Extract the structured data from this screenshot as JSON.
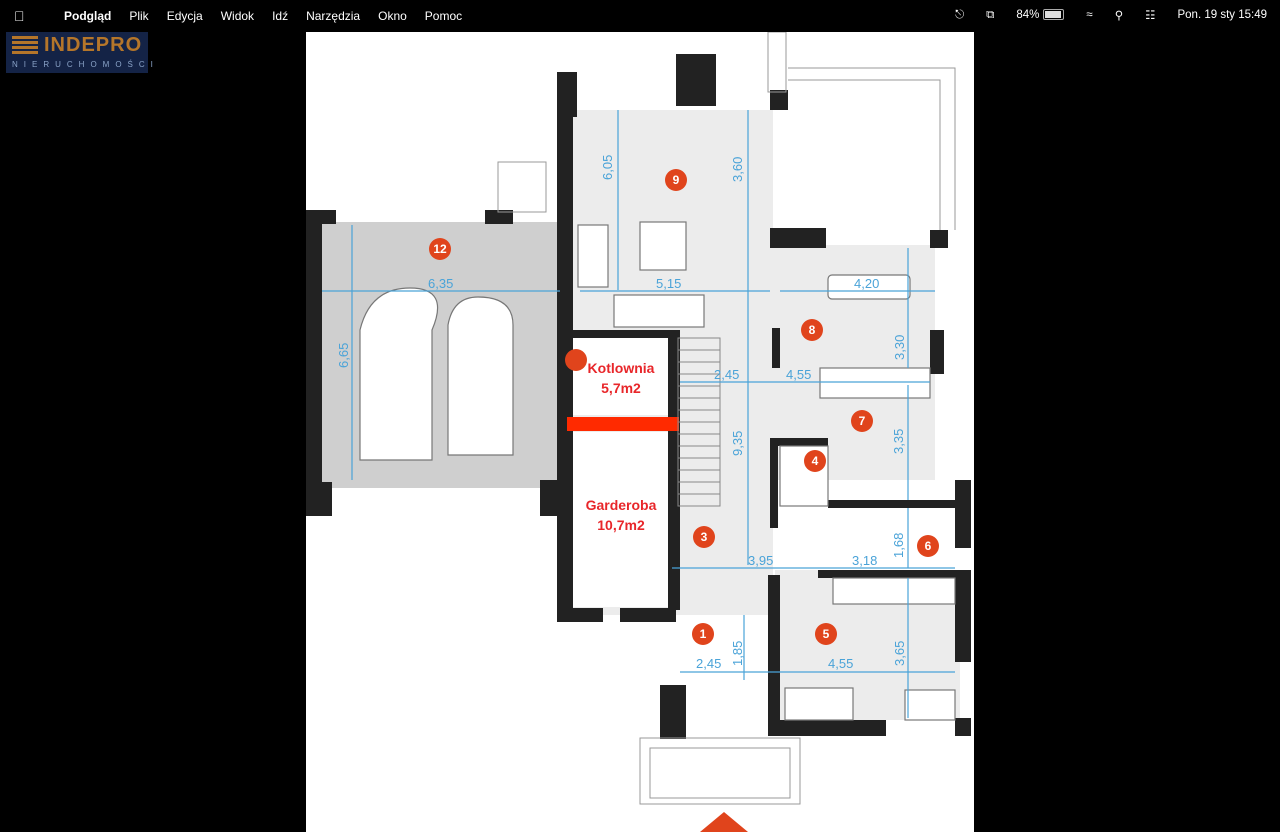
{
  "menubar": {
    "app_name": "Podgląd",
    "menus": [
      "Plik",
      "Edycja",
      "Widok",
      "Idź",
      "Narzędzia",
      "Okno",
      "Pomoc"
    ],
    "battery_percent": "84%",
    "battery_level": 0.84,
    "datetime": "Pon. 19 sty  15:49"
  },
  "watermark": {
    "brand": "INDEPRO",
    "subtitle": "NIERUCHOMOŚCI"
  },
  "plan": {
    "rooms": [
      "9",
      "12",
      "8",
      "7",
      "4",
      "3",
      "6",
      "1",
      "5"
    ],
    "annotations": {
      "boiler_room": "Kotlownia",
      "boiler_area": "5,7m2",
      "wardrobe": "Garderoba",
      "wardrobe_area": "10,7m2"
    },
    "dimensions": [
      "6,05",
      "3,60",
      "5,15",
      "4,20",
      "6,35",
      "6,65",
      "3,30",
      "2,45",
      "4,55",
      "9,35",
      "3,35",
      "3,95",
      "3,18",
      "1,68",
      "2,45",
      "1,85",
      "4,55",
      "3,65"
    ],
    "colors": {
      "marker": "#e0441c",
      "dimension": "#4aa3d8",
      "wall": "#222222",
      "floor": "#ececec",
      "garage": "#cfcfcf",
      "highlight": "#ff2a00"
    }
  }
}
